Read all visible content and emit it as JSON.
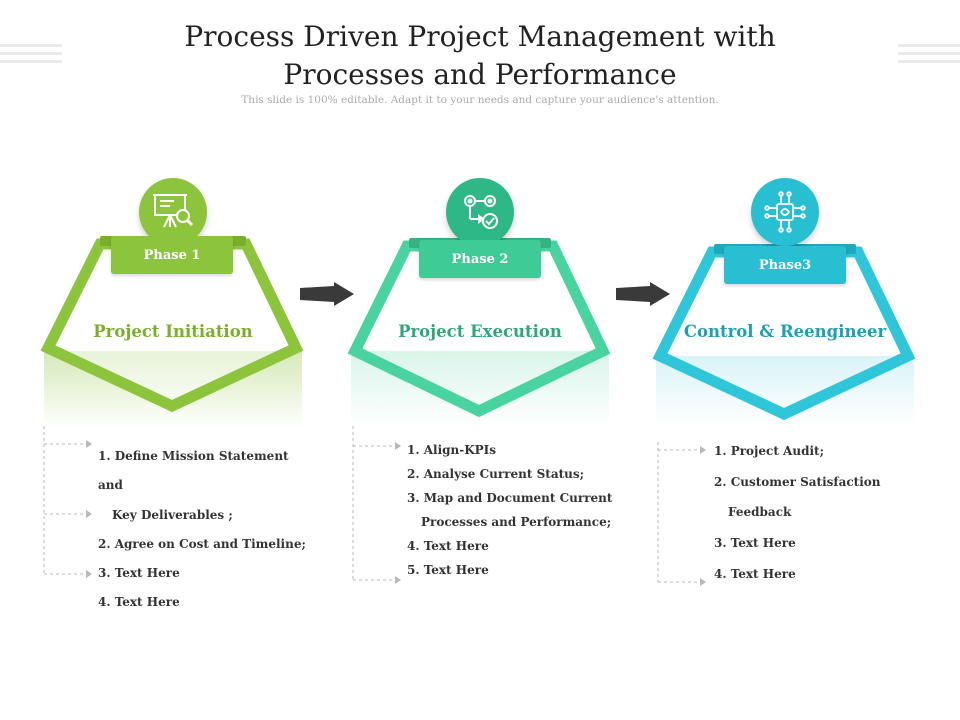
{
  "title_line1": "Process Driven Project Management with",
  "title_line2": "Processes and Performance",
  "subtitle": "This slide is 100% editable. Adapt it to your needs and capture your audience's attention.",
  "phases": [
    {
      "badge": "Phase 1",
      "heading": "Project Initiation",
      "color": "#8cc43c",
      "icon": "presentation-board-magnifier-icon",
      "items": [
        {
          "l1": "1. Define Mission Statement and",
          "l2": "Key Deliverables ;"
        },
        {
          "l1": "2. Agree on Cost  and Timeline;"
        },
        {
          "l1": "3. Text Here"
        },
        {
          "l1": "4. Text Here"
        }
      ]
    },
    {
      "badge": "Phase 2",
      "heading": "Project Execution",
      "color": "#3fcb96",
      "icon": "gears-process-icon",
      "items": [
        {
          "l1": "1. Align-KPIs"
        },
        {
          "l1": "2. Analyse Current Status;"
        },
        {
          "l1": "3. Map and Document Current",
          "l2": "Processes  and Performance;"
        },
        {
          "l1": "4. Text Here"
        },
        {
          "l1": "5. Text Here"
        }
      ]
    },
    {
      "badge": "Phase3",
      "heading": "Control & Reengineer",
      "color": "#28bfd3",
      "icon": "circuit-chip-icon",
      "items": [
        {
          "l1": "1. Project Audit;"
        },
        {
          "l1": "2. Customer Satisfaction",
          "l2": "Feedback"
        },
        {
          "l1": "3. Text Here"
        },
        {
          "l1": "4. Text Here"
        }
      ]
    }
  ]
}
